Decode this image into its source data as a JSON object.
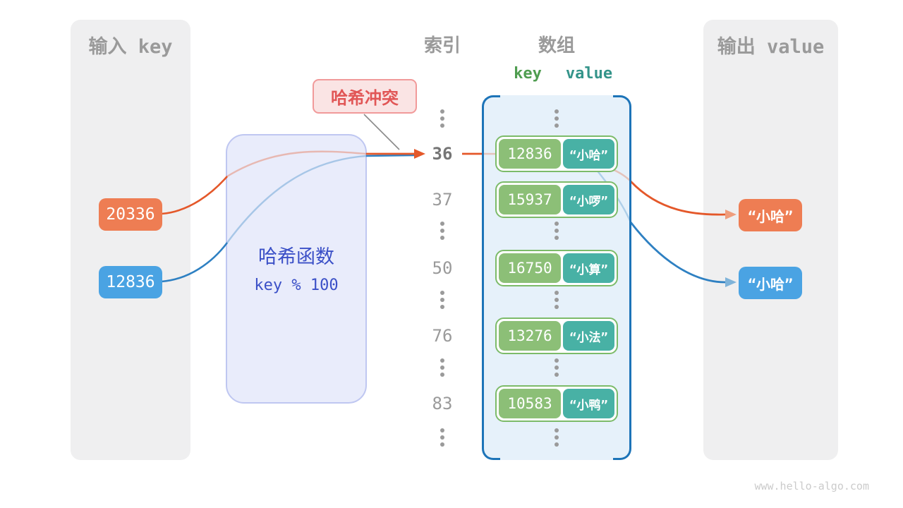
{
  "diagram": {
    "watermark": "www.hello-algo.com",
    "collision_label": "哈希冲突",
    "ellipsis": "⋮"
  },
  "left_panel": {
    "title": "输入 key",
    "keys": [
      {
        "value": "20336",
        "color": "#ee7d53"
      },
      {
        "value": "12836",
        "color": "#4aa3e3"
      }
    ]
  },
  "hash_box": {
    "title": "哈希函数",
    "formula": "key % 100"
  },
  "index_column": {
    "title": "索引",
    "items": [
      "36",
      "37",
      "50",
      "76",
      "83"
    ],
    "highlighted_index": "36"
  },
  "array_panel": {
    "title": "数组",
    "key_header": "key",
    "value_header": "value",
    "pairs": [
      {
        "key": "12836",
        "value": "“小哈”"
      },
      {
        "key": "15937",
        "value": "“小啰”"
      },
      {
        "key": "16750",
        "value": "“小算”"
      },
      {
        "key": "13276",
        "value": "“小法”"
      },
      {
        "key": "10583",
        "value": "“小鸭”"
      }
    ]
  },
  "right_panel": {
    "title": "输出 value",
    "outputs": [
      {
        "value": "“小哈”",
        "color": "#ee7d53"
      },
      {
        "value": "“小哈”",
        "color": "#4aa3e3"
      }
    ]
  },
  "colors": {
    "arrow_orange": "#e4582a",
    "arrow_blue": "#2e80c2",
    "bracket_blue": "#1d74b8",
    "pair_border_green": "#7cbb69",
    "key_green": "#8cbf77",
    "value_teal": "#48b1a5",
    "hash_text": "#3b50c7",
    "collision_red": "#e15656"
  }
}
